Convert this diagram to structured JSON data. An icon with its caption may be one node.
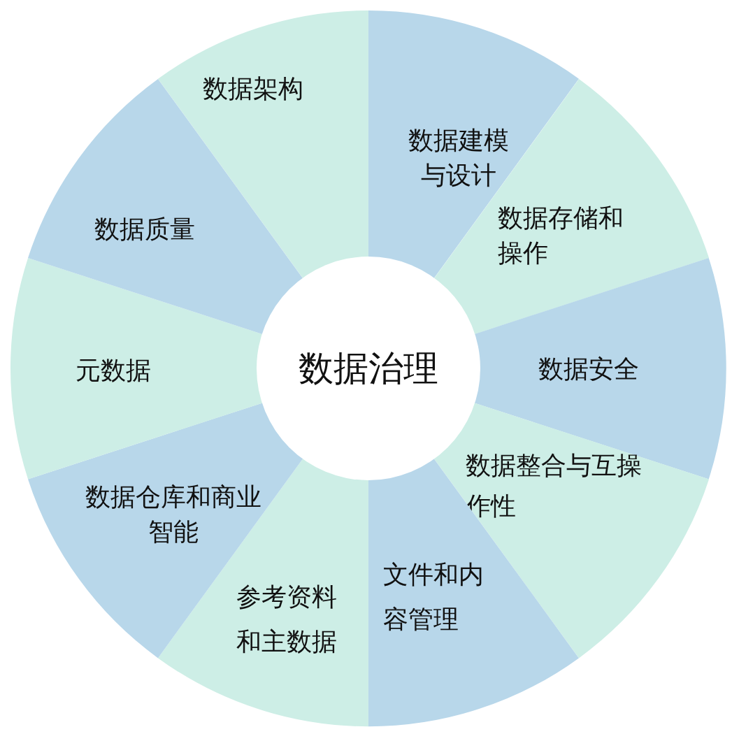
{
  "diagram": {
    "nodes": [
      {
        "text": [
          "数据治理"
        ]
      },
      {
        "text": [
          "数据架构"
        ]
      },
      {
        "text": [
          "数据建模与设计"
        ]
      },
      {
        "text": [
          "数据存储和操作"
        ]
      },
      {
        "text": [
          "数据安全"
        ]
      },
      {
        "text": [
          "数据整合与互操作性"
        ]
      },
      {
        "text": [
          "文件和内容管理"
        ]
      },
      {
        "text": [
          "参考资料和主数据"
        ]
      },
      {
        "text": [
          "数据仓库和商业智能"
        ]
      },
      {
        "text": [
          "元数据"
        ]
      },
      {
        "text": [
          "数据质量"
        ]
      }
    ]
  }
}
